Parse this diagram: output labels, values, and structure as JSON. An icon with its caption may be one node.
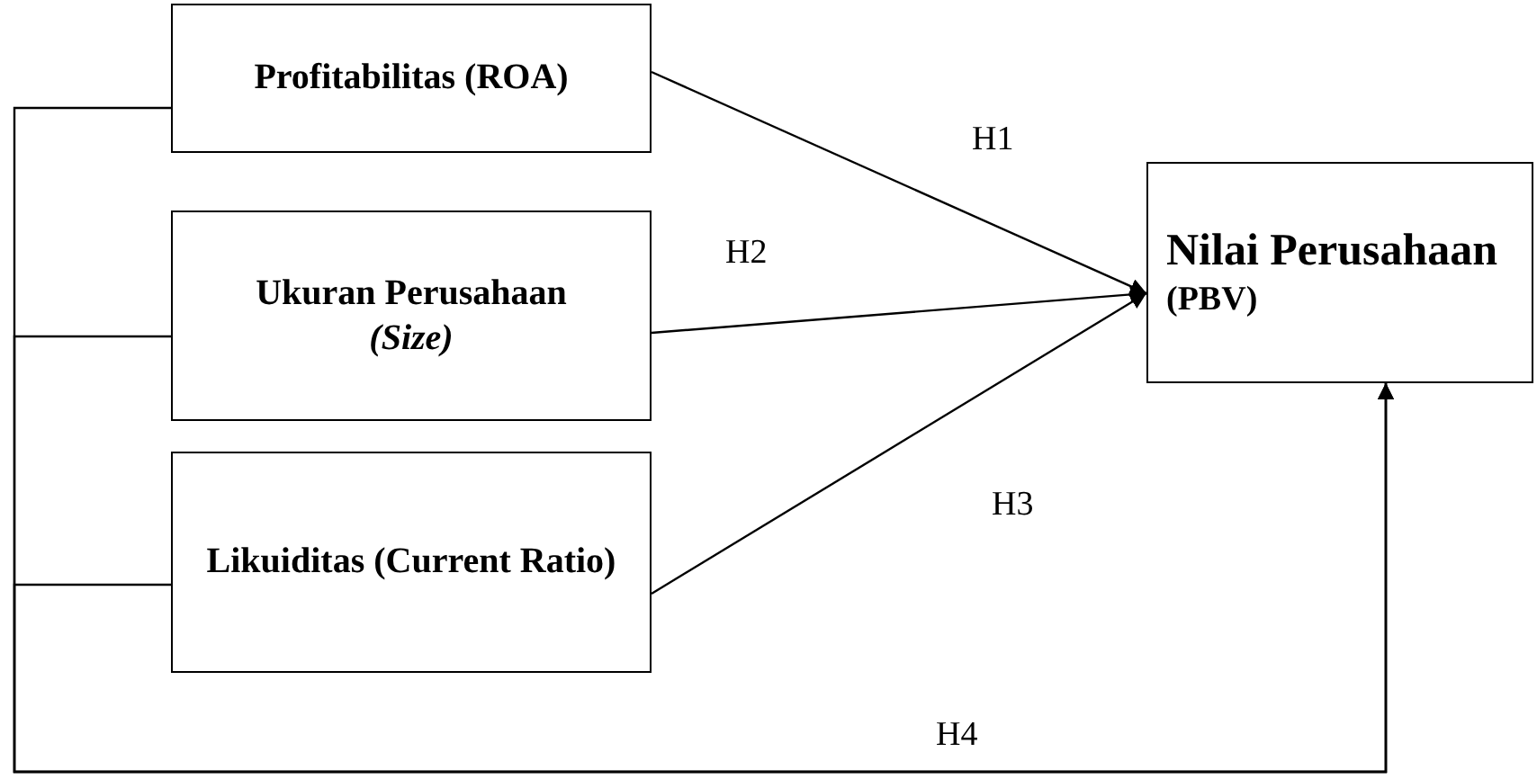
{
  "diagram": {
    "nodes": [
      {
        "text": [
          "Profitabilitas (ROA)"
        ]
      },
      {
        "text": [
          "Ukuran Perusahaan",
          "(Size)"
        ]
      },
      {
        "text": [
          "Likuiditas (Current Ratio)"
        ]
      },
      {
        "text": [
          "Nilai Perusahaan",
          "(PBV)"
        ]
      }
    ],
    "edges": [
      {
        "from": 0,
        "to": 3,
        "arrow": "to",
        "label": "H1"
      },
      {
        "from": 1,
        "to": 3,
        "arrow": "to",
        "label": "H2"
      },
      {
        "from": 2,
        "to": 3,
        "arrow": "to",
        "label": "H3"
      },
      {
        "from": 0,
        "to": 3,
        "arrow": "to",
        "label": "H4"
      },
      {
        "from": 1,
        "to": 3,
        "arrow": "to"
      },
      {
        "from": 2,
        "to": 3,
        "arrow": "to"
      }
    ]
  }
}
